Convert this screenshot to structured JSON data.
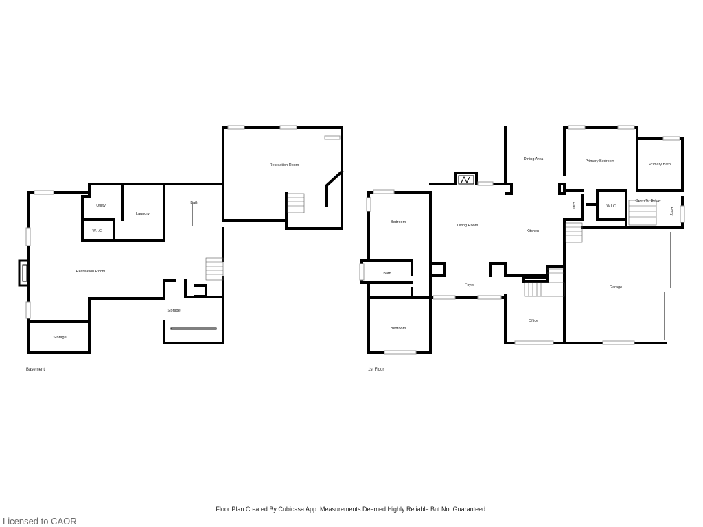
{
  "basement": {
    "floor_label": "Basement",
    "rooms": {
      "recreation_room_upper": "Recreation Room",
      "utility": "Utility",
      "laundry": "Laundry",
      "bath": "Bath",
      "wic": "W.I.C.",
      "recreation_room_main": "Recreation Room",
      "storage_right": "Storage",
      "storage_left": "Storage"
    }
  },
  "first_floor": {
    "floor_label": "1st Floor",
    "rooms": {
      "dining_area": "Dining Area",
      "primary_bedroom": "Primary Bedroom",
      "primary_bath": "Primary Bath",
      "bedroom_upper": "Bedroom",
      "living_room": "Living Room",
      "kitchen": "Kitchen",
      "hall": "Hall",
      "wic": "W.I.C.",
      "open_to_below": "Open To Below",
      "entry": "Entry",
      "bath": "Bath",
      "foyer": "Foyer",
      "garage": "Garage",
      "office": "Office",
      "bedroom_lower": "Bedroom"
    }
  },
  "footer": {
    "disclaimer": "Floor Plan Created By Cubicasa App. Measurements Deemed Highly Reliable But Not Guaranteed.",
    "license": "Licensed to CAOR"
  }
}
